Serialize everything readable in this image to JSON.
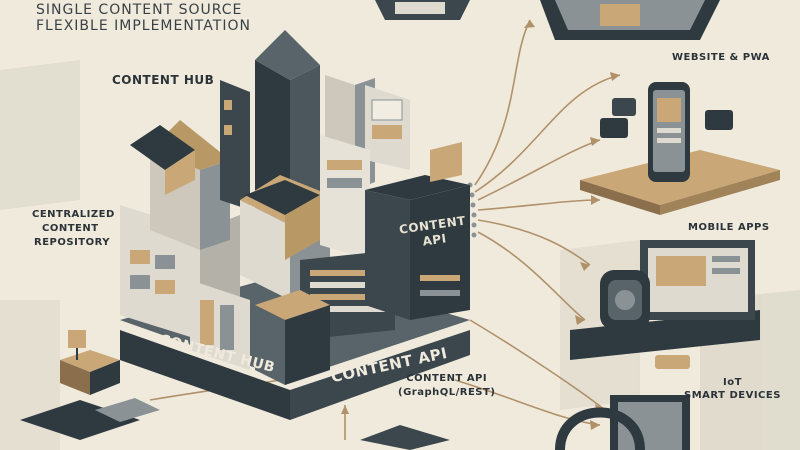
{
  "header": {
    "line1": "SINGLE CONTENT SOURCE",
    "line2": "FLEXIBLE IMPLEMENTATION"
  },
  "labels": {
    "content_hub_top": "CONTENT HUB",
    "centralized_repo": [
      "CENTRALIZED",
      "CONTENT",
      "REPOSITORY"
    ],
    "content_api_tower": [
      "CONTENT",
      "API"
    ],
    "content_hub_base": "CONTENT HUB",
    "content_api_base": "CONTENT API",
    "content_api_bottom": [
      "CONTENT API",
      "(GraphQL/REST)"
    ]
  },
  "channels": [
    {
      "id": "website",
      "label": "WEBSITE & PWA"
    },
    {
      "id": "mobile",
      "label": "MOBILE APPS"
    },
    {
      "id": "iot",
      "label": [
        "IoT",
        "SMART DEVICES"
      ]
    }
  ],
  "colors": {
    "background": "#efeadc",
    "dark": "#2f3a40",
    "tan": "#c9a777",
    "gray": "#8b9296",
    "light": "#dedad0",
    "arrow": "#b0916a"
  }
}
